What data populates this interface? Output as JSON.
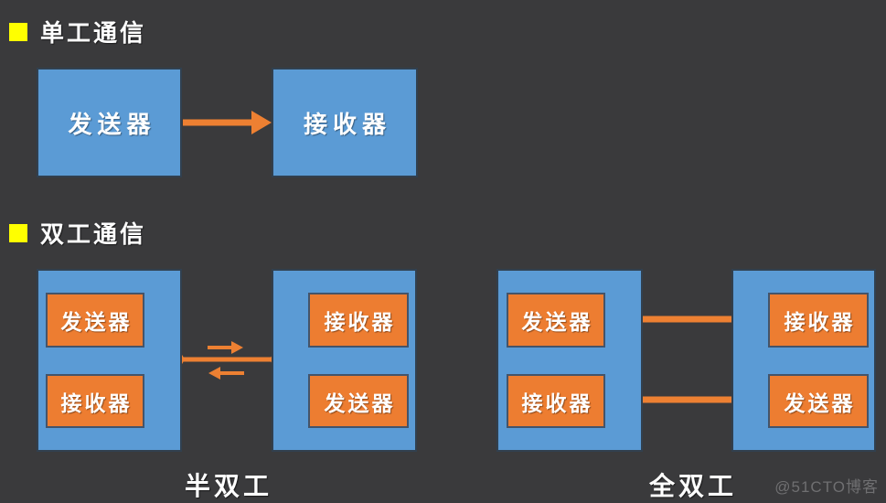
{
  "colors": {
    "background": "#3A3A3C",
    "box_blue": "#5B9BD5",
    "box_blue_border": "#31404F",
    "box_orange": "#ED7D31",
    "box_orange_border": "#44546A",
    "connector_orange": "#ED8032",
    "bullet_yellow": "#FFFF00",
    "text_white": "#FFFFFF",
    "watermark_gray": "#6F6F71"
  },
  "simplex": {
    "title": "单工通信",
    "transmitter": "发送器",
    "receiver": "接收器"
  },
  "duplex": {
    "title": "双工通信",
    "half": {
      "label": "半双工",
      "left": {
        "top": "发送器",
        "bottom": "接收器"
      },
      "right": {
        "top": "接收器",
        "bottom": "发送器"
      }
    },
    "full": {
      "label": "全双工",
      "left": {
        "top": "发送器",
        "bottom": "接收器"
      },
      "right": {
        "top": "接收器",
        "bottom": "发送器"
      }
    }
  },
  "watermark": "@51CTO博客"
}
